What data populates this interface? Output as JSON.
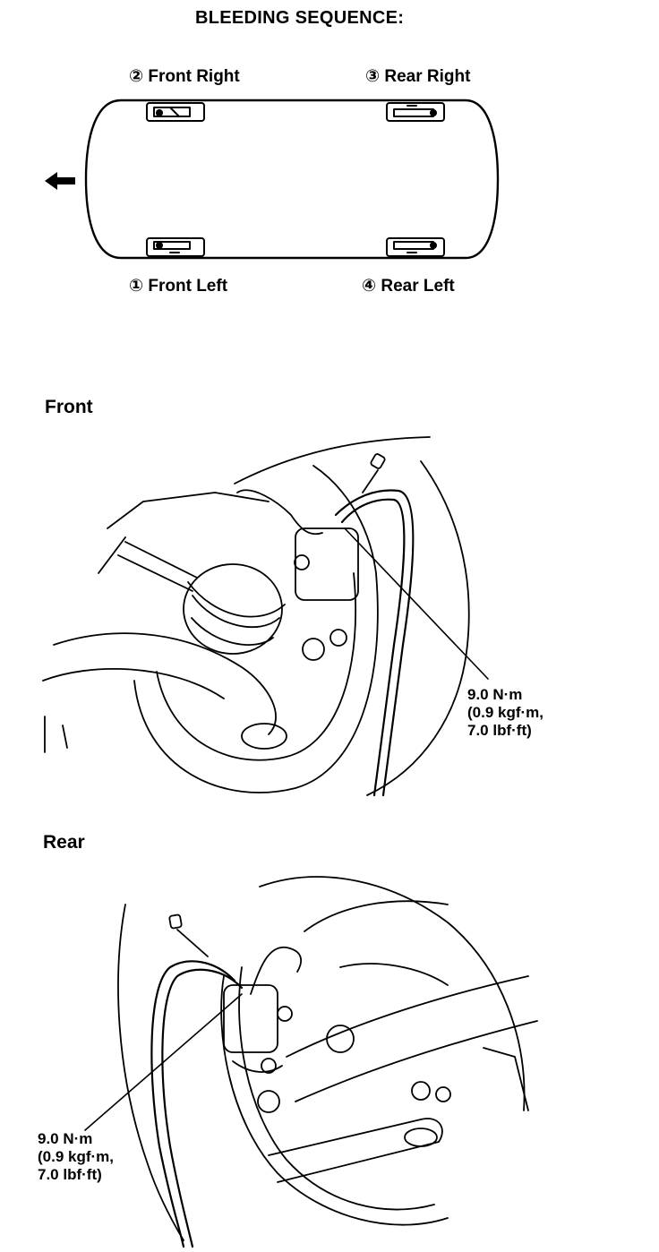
{
  "title": "BLEEDING SEQUENCE:",
  "positions": {
    "front_right": {
      "number": "②",
      "label": "Front Right"
    },
    "rear_right": {
      "number": "③",
      "label": "Rear Right"
    },
    "front_left": {
      "number": "①",
      "label": "Front Left"
    },
    "rear_left": {
      "number": "④",
      "label": "Rear Left"
    }
  },
  "sections": {
    "front": {
      "heading": "Front",
      "torque": {
        "line1": "9.0 N·m",
        "line2": "(0.9 kgf·m,",
        "line3": "7.0 lbf·ft)"
      }
    },
    "rear": {
      "heading": "Rear",
      "torque": {
        "line1": "9.0 N·m",
        "line2": "(0.9 kgf·m,",
        "line3": "7.0 lbf·ft)"
      }
    }
  },
  "icons": [
    "forward-arrow-icon",
    "bleeder-screw-icon"
  ],
  "colors": {
    "ink": "#000000",
    "paper": "#ffffff"
  }
}
